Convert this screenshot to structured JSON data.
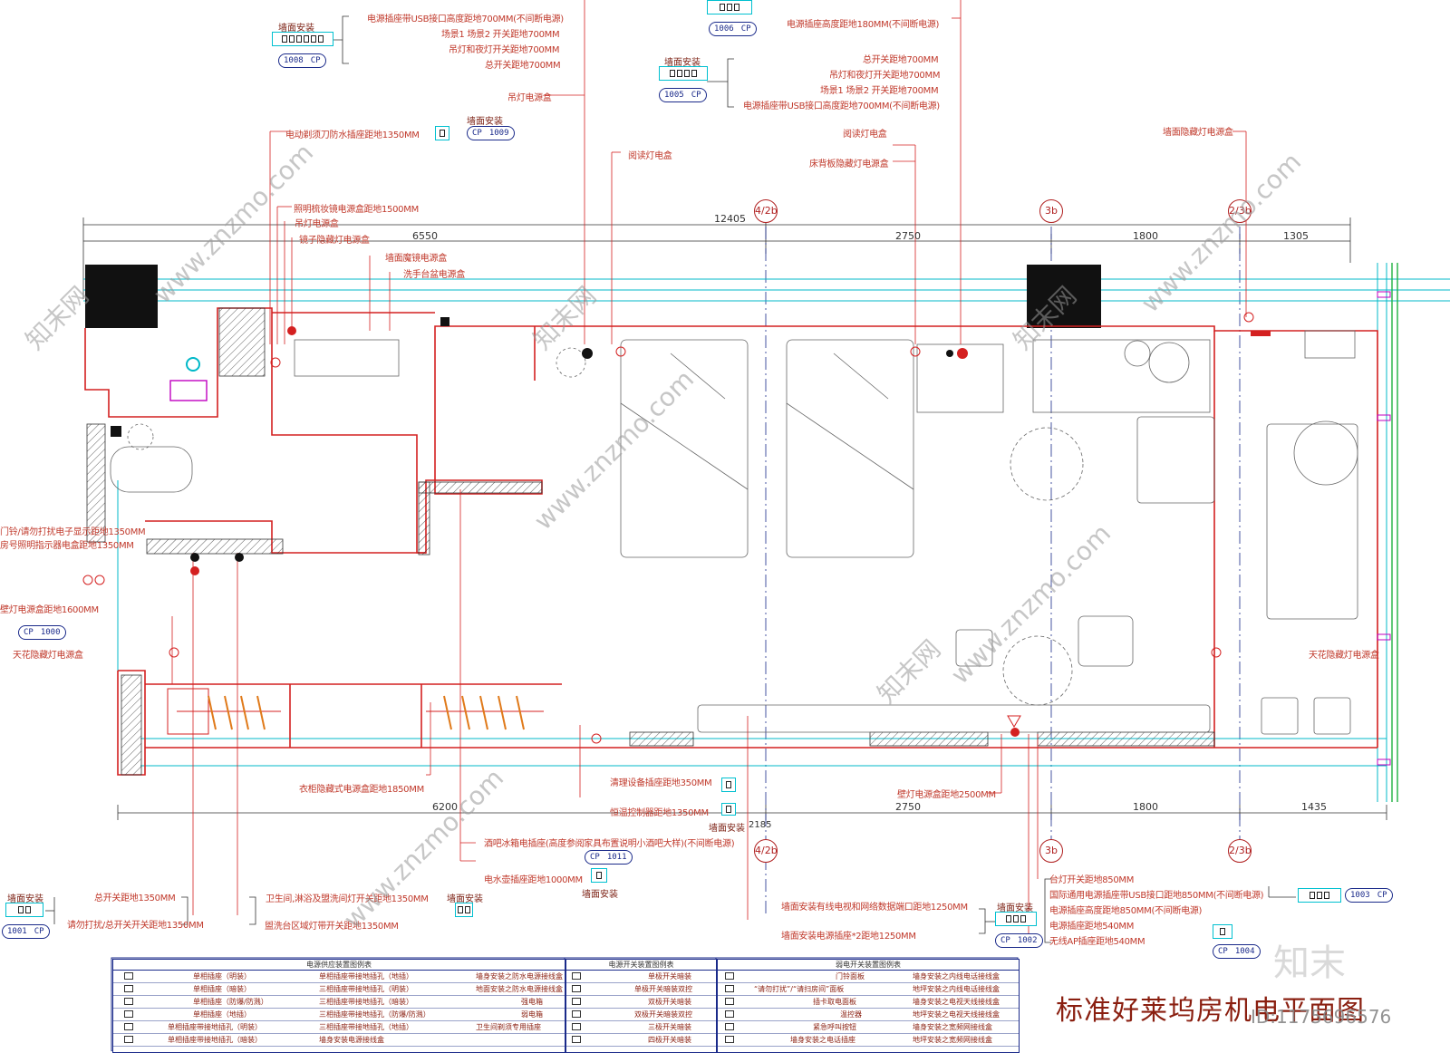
{
  "title": "标准好莱坞房机电平面图",
  "watermark": {
    "site": "www.znzmo.com",
    "brand": "知末网",
    "logo": "知末",
    "id": "ID:1175696576"
  },
  "dimensions": {
    "total_top": "12405",
    "top": [
      "6550",
      "2750",
      "1800",
      "1305"
    ],
    "bottom": [
      "6200",
      "2750",
      "1800",
      "1435"
    ],
    "bottom_small": "2185"
  },
  "axes": {
    "a": "4/2b",
    "b": "3b",
    "c": "2/3b"
  },
  "install_label": "墙面安装",
  "tags": {
    "t1008": [
      "1008",
      "CP"
    ],
    "t1006": [
      "1006",
      "CP"
    ],
    "t1005": [
      "1005",
      "CP"
    ],
    "t1009": [
      "CP",
      "1009"
    ],
    "t1000": [
      "CP",
      "1000"
    ],
    "t1011": [
      "CP",
      "1011"
    ],
    "t1001": [
      "1001",
      "CP"
    ],
    "t1002": [
      "CP",
      "1002"
    ],
    "t1003": [
      "1003",
      "CP"
    ],
    "t1004": [
      "CP",
      "1004"
    ]
  },
  "labels": {
    "l1": "电源插座带USB接口高度距地700MM(不间断电源)",
    "l2": "场景1 场景2 开关距地700MM",
    "l3": "吊灯和夜灯开关距地700MM",
    "l4": "总开关距地700MM",
    "l5": "吊灯电源盒",
    "l6": "电源插座高度距地180MM(不间断电源)",
    "l7": "总开关距地700MM",
    "l8": "吊灯和夜灯开关距地700MM",
    "l9": "场景1 场景2 开关距地700MM",
    "l10": "电源插座带USB接口高度距地700MM(不间断电源)",
    "l11": "电动剃须刀防水插座距地1350MM",
    "l12": "阅读灯电盒",
    "l13": "阅读灯电盒",
    "l14": "床背板隐藏灯电源盒",
    "l15": "墙面隐藏灯电源盒",
    "l16": "照明梳妆镜电源盒距地1500MM",
    "l17": "吊灯电源盒",
    "l18": "镜子隐藏灯电源盒",
    "l19": "墙面魔镜电源盒",
    "l20": "洗手台盆电源盒",
    "l21": "门铃/请勿打扰电子显示距地1350MM",
    "l22": "房号照明指示器电盒距地1350MM",
    "l23": "壁灯电源盒距地1600MM",
    "l24": "天花隐藏灯电源盒",
    "l25": "天花隐藏灯电源盒",
    "l26": "衣柜隐藏式电源盒距地1850MM",
    "l27": "清理设备插座距地350MM",
    "l28": "恒温控制器距地1350MM",
    "l29": "壁灯电源盒距地2500MM",
    "l30": "酒吧冰箱电插座(高度参阅家具布置说明小酒吧大样)(不间断电源)",
    "l31": "电水壶插座距地1000MM",
    "l32": "总开关距地1350MM",
    "l33": "请勿打扰/总开关开关距地1350MM",
    "l34": "卫生间,淋浴及盟洗间灯开关距地1350MM",
    "l35": "盥洗台区域灯带开关距地1350MM",
    "l36": "墙面安装有线电视和网络数据端口距地1250MM",
    "l37": "墙面安装电源插座*2距地1250MM",
    "l38": "台灯开关距地850MM",
    "l39": "国际通用电源插座带USB接口距地850MM(不间断电源)",
    "l40": "电源插座高度距地850MM(不间断电源)",
    "l41": "电源插座距地540MM",
    "l42": "无线AP插座距地540MM"
  },
  "legend": {
    "power": {
      "title": "电源供应装置图例表",
      "col1": [
        "单相插座（明装）",
        "单相插座（暗装）",
        "单相插座（防爆/防溅）",
        "单相插座（地插）",
        "单相插座带接地插孔（明装）",
        "单相插座带接地插孔（暗装）"
      ],
      "col2": [
        "单相插座带接地插孔（地插）",
        "三相插座带接地插孔（明装）",
        "三相插座带接地插孔（暗装）",
        "三相插座带接地插孔（防爆/防溅）",
        "三相插座带接地插孔（地插）",
        "墙身安装电源接线盒"
      ],
      "col3": [
        "墙身安装之防水电源接线盒",
        "地面安装之防水电源接线盒",
        "强电箱",
        "弱电箱",
        "卫生间剃须专用插座",
        ""
      ]
    },
    "switch": {
      "title": "电源开关装置图例表",
      "rows": [
        "单极开关暗装",
        "单极开关暗装双控",
        "双极开关暗装",
        "双极开关暗装双控",
        "三极开关暗装",
        "四极开关暗装"
      ]
    },
    "weak": {
      "title": "弱电开关装置图例表",
      "col1": [
        "门铃面板",
        "“请勿打扰”/“请扫房间”面板",
        "插卡取电面板",
        "温控器",
        "紧急呼叫按钮",
        "墙身安装之电话插座"
      ],
      "col2": [
        "墙身安装之内线电话接线盒",
        "地坪安装之内线电话接线盒",
        "墙身安装之电视天线接线盒",
        "地坪安装之电视天线接线盒",
        "墙身安装之宽频网接线盒",
        "地坪安装之宽频网接线盒"
      ]
    }
  },
  "colors": {
    "wall": "#d42020",
    "cyan": "#00b8c8",
    "blue": "#1a2a8a",
    "green": "#20b040",
    "dark": "#7b1f12"
  }
}
